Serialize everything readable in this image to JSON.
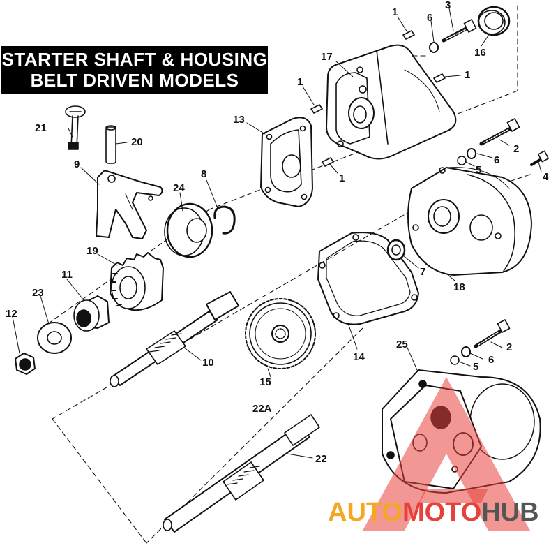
{
  "title": {
    "line1": "STARTER SHAFT & HOUSING",
    "line2": "BELT DRIVEN MODELS"
  },
  "callouts": {
    "c1a": "1",
    "c1b": "1",
    "c1c": "1",
    "c1d": "1",
    "c2a": "2",
    "c2b": "2",
    "c3": "3",
    "c4": "4",
    "c5a": "5",
    "c5b": "5",
    "c6a": "6",
    "c6b": "6",
    "c6c": "6",
    "c7": "7",
    "c8": "8",
    "c9": "9",
    "c10": "10",
    "c11": "11",
    "c12": "12",
    "c13": "13",
    "c14": "14",
    "c15": "15",
    "c16": "16",
    "c17": "17",
    "c18": "18",
    "c19": "19",
    "c20": "20",
    "c21": "21",
    "c22": "22",
    "c22a": "22A",
    "c23": "23",
    "c24": "24",
    "c25": "25"
  },
  "watermark": {
    "part1": "AUTO",
    "part2": "MOTO",
    "part3": "HUB",
    "color_orange": "#f5a623",
    "color_red": "#e8413c",
    "color_gray": "#555555"
  }
}
